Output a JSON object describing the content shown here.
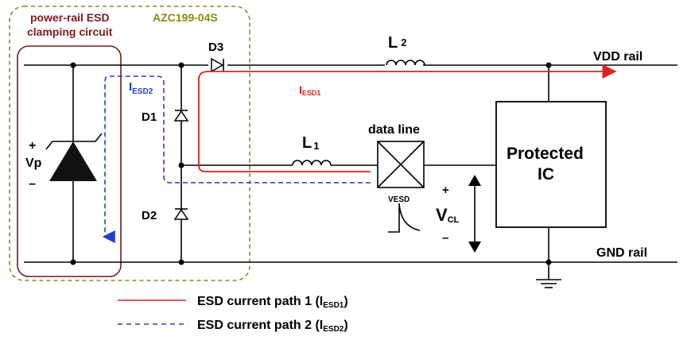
{
  "labels": {
    "clamp_title_1": "power-rail ESD",
    "clamp_title_2": "clamping circuit",
    "chip_name": "AZC199-04S",
    "d3": "D3",
    "l2": "L",
    "l2_sub": "2",
    "vdd_rail": "VDD rail",
    "iesd2_main": "I",
    "iesd2_sub": "ESD2",
    "iesd1_main": "I",
    "iesd1_sub": "ESD1",
    "d1": "D1",
    "plus_vp": "+",
    "vp": "Vp",
    "minus_vp": "–",
    "l1": "L",
    "l1_sub": "1",
    "data_line": "data line",
    "protected_1": "Protected",
    "protected_2": "IC",
    "plus_vcl": "+",
    "vcl_main": "V",
    "vcl_sub": "CL",
    "minus_vcl": "–",
    "vesd": "VESD",
    "d2": "D2",
    "gnd_rail": "GND rail"
  },
  "legend": [
    {
      "label": "ESD current path 1 (I",
      "sub": "ESD1",
      "tail": ")",
      "style": "solid",
      "color": "#e02020"
    },
    {
      "label": "ESD current path 2 (I",
      "sub": "ESD2",
      "tail": ")",
      "style": "dashed",
      "color": "#1f3fd0"
    }
  ],
  "colors": {
    "path1": "#e02020",
    "path2": "#1f3fd0",
    "clamp_title": "#7a1c1c",
    "chip_name": "#8a8a10",
    "clamp_box": "#6b1f1f",
    "chip_box": "#8a8a2a"
  }
}
